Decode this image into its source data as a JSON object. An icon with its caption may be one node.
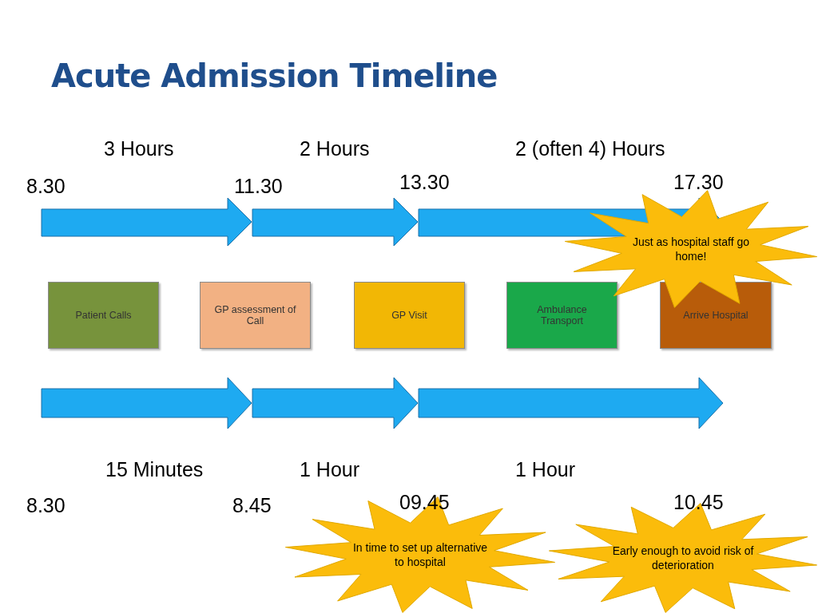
{
  "diagram": {
    "title": "Acute Admission Timeline",
    "nodes": [
      {
        "text": [
          "Patient Calls"
        ]
      },
      {
        "text": [
          "GP assessment of Call"
        ]
      },
      {
        "text": [
          "GP Visit"
        ]
      },
      {
        "text": [
          "Ambulance Transport"
        ]
      },
      {
        "text": [
          "Arrive Hospital"
        ]
      },
      {
        "text": [
          "Just as hospital staff go home!"
        ]
      },
      {
        "text": [
          "In time to set up alternative to hospital"
        ]
      },
      {
        "text": [
          "Early enough to avoid risk of deterioration"
        ]
      }
    ],
    "labels": [
      "3 Hours",
      "2 Hours",
      "2 (often 4) Hours",
      "8.30",
      "11.30",
      "13.30",
      "17.30",
      "15 Minutes",
      "1 Hour",
      "1 Hour",
      "8.30",
      "8.45",
      "09.45",
      "10.45"
    ]
  }
}
